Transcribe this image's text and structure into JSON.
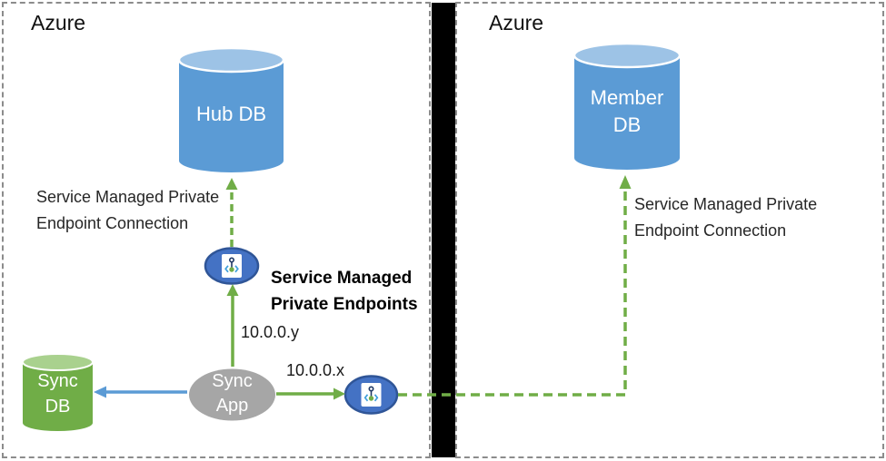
{
  "panels": {
    "left": {
      "title": "Azure"
    },
    "right": {
      "title": "Azure"
    }
  },
  "nodes": {
    "hub_db": {
      "label": "Hub DB",
      "type": "database"
    },
    "member_db": {
      "label": "Member\nDB",
      "type": "database"
    },
    "sync_db": {
      "label": "Sync\nDB",
      "type": "database"
    },
    "sync_app": {
      "label": "Sync\nApp",
      "type": "service"
    },
    "endpoint_left": {
      "icon": "private-endpoint-icon"
    },
    "endpoint_right": {
      "icon": "private-endpoint-icon"
    }
  },
  "labels": {
    "hub_connection": "Service Managed Private\nEndpoint Connection",
    "member_connection": "Service Managed Private\nEndpoint Connection",
    "private_endpoints": "Service Managed\nPrivate Endpoints",
    "ip_y": "10.0.0.y",
    "ip_x": "10.0.0.x"
  },
  "connections": [
    {
      "from": "sync_app",
      "to": "sync_db",
      "style": "solid",
      "color": "#5B9BD5"
    },
    {
      "from": "sync_app",
      "to": "endpoint_left",
      "style": "solid",
      "color": "#70AD47",
      "label": "10.0.0.y"
    },
    {
      "from": "endpoint_left",
      "to": "hub_db",
      "style": "dashed",
      "color": "#70AD47"
    },
    {
      "from": "sync_app",
      "to": "endpoint_right",
      "style": "solid",
      "color": "#70AD47",
      "label": "10.0.0.x"
    },
    {
      "from": "endpoint_right",
      "to": "member_db",
      "style": "dashed",
      "color": "#70AD47"
    }
  ],
  "colors": {
    "db_blue": "#5B9BD5",
    "db_blue_top": "#9DC3E6",
    "db_green": "#70AD47",
    "db_green_top": "#A9D18E",
    "app_gray": "#A6A6A6",
    "endpoint_fill": "#4472C4",
    "endpoint_border": "#2F5597",
    "arrow_green": "#70AD47",
    "arrow_blue": "#5B9BD5",
    "separator": "#000000"
  }
}
